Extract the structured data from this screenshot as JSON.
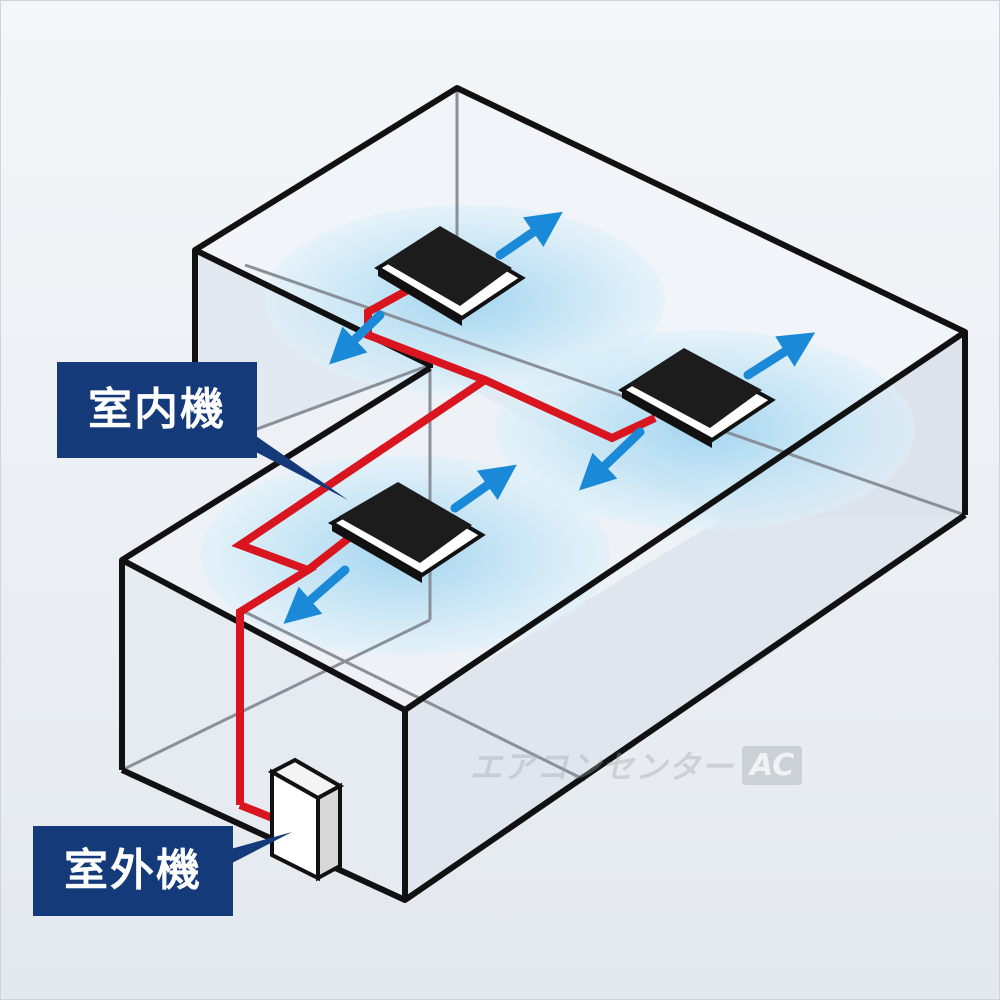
{
  "labels": {
    "indoor_unit": "室内機",
    "outdoor_unit": "室外機"
  },
  "watermark": {
    "text": "エアコンセンター",
    "logo": "AC"
  },
  "colors": {
    "frame_background": "#eef2f7",
    "building_edge": "#111111",
    "building_wall": "#e9eef4",
    "pipe": "#d9161f",
    "airflow_arrow": "#1a8ad8",
    "airflow_glow": "#bfe3f5",
    "indoor_unit": "#1c1c1c",
    "label_background": "#143a7a",
    "label_text": "#ffffff"
  },
  "icons": {
    "indoor_unit": "ceiling-cassette-ac-icon",
    "outdoor_unit": "outdoor-ac-unit-icon",
    "airflow": "double-arrow-icon"
  }
}
